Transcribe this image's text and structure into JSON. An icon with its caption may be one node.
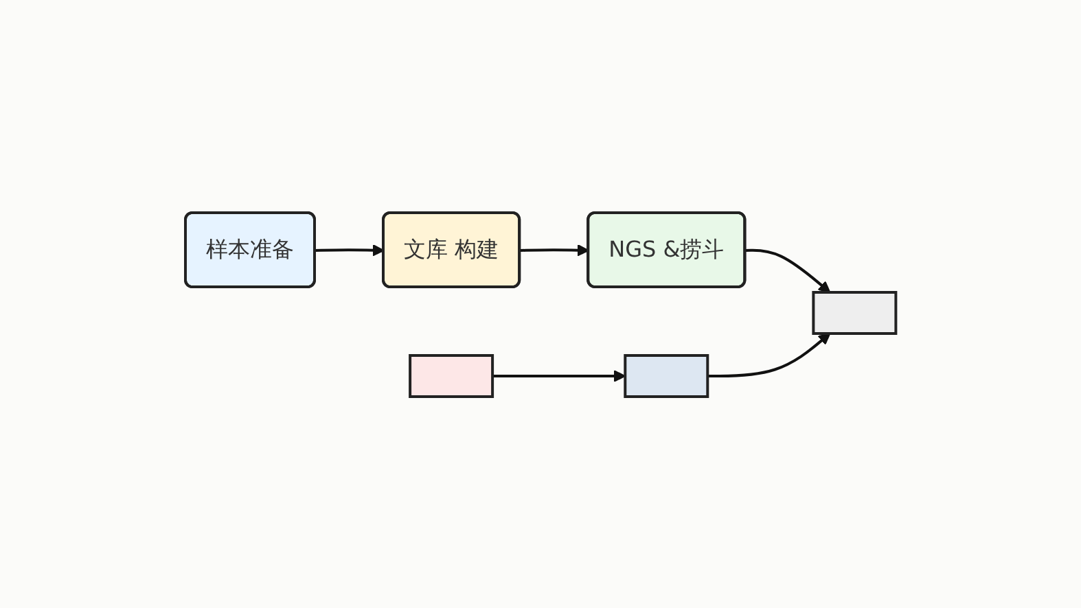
{
  "diagram": {
    "nodes": [
      {
        "text": [
          "样本准备"
        ]
      },
      {
        "text": [
          "文库 构建"
        ]
      },
      {
        "text": [
          "NGS &捞斗"
        ]
      },
      {
        "text": [],
        "shape": "box"
      },
      {
        "text": [],
        "shape": "box"
      },
      {
        "text": [],
        "shape": "box"
      }
    ],
    "edges": [
      {
        "from": 0,
        "to": 1,
        "arrow": "to"
      },
      {
        "from": 1,
        "to": 2,
        "arrow": "to"
      },
      {
        "from": 2,
        "to": 5,
        "arrow": "to"
      },
      {
        "from": 3,
        "to": 4,
        "arrow": "to"
      },
      {
        "from": 4,
        "to": 5,
        "arrow": "to"
      }
    ]
  }
}
